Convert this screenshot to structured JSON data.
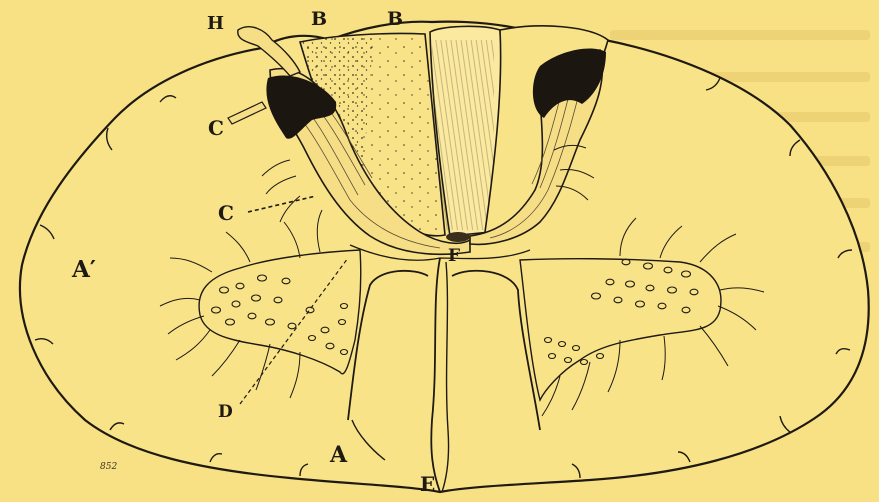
{
  "figure": {
    "number": "852",
    "labels": {
      "H": "H",
      "B1": "B",
      "B2": "B",
      "C_upper": "C",
      "C_lower": "C",
      "A_prime": "A′",
      "D": "D",
      "A": "A",
      "E": "E",
      "F": "F"
    }
  },
  "colors": {
    "paper": "#f8e085",
    "ink": "#1e1a12"
  }
}
